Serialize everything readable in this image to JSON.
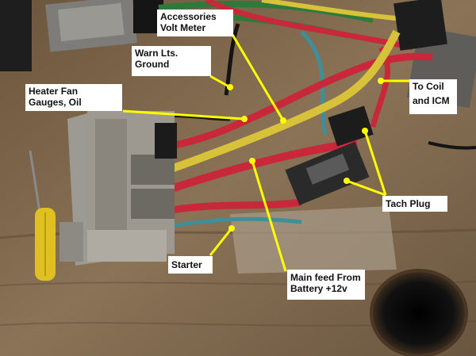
{
  "labels": {
    "accessories": {
      "line1": "Accessories",
      "line2": "Volt Meter"
    },
    "warn": {
      "line1": "Warn Lts.",
      "line2": "Ground"
    },
    "heater": {
      "line1": "Heater Fan",
      "line2": "Gauges, Oil"
    },
    "coil": {
      "line1": "To Coil",
      "line2": "and ICM"
    },
    "tach": {
      "text": "Tach Plug"
    },
    "starter": {
      "text": "Starter"
    },
    "mainfeed": {
      "line1": "Main feed From",
      "line2": "Battery +12v"
    }
  },
  "colors": {
    "annotation": "#ffff00",
    "wire_red": "#c8283a",
    "wire_yellow": "#d8c23a",
    "wire_blue": "#3e8f9a",
    "wire_green": "#2e7a3a",
    "wire_black": "#141414",
    "connector_gray": "#7a776e",
    "connector_dark": "#2a2a2a",
    "wood": "#7a6448",
    "screwdriver_handle": "#e0c020"
  }
}
